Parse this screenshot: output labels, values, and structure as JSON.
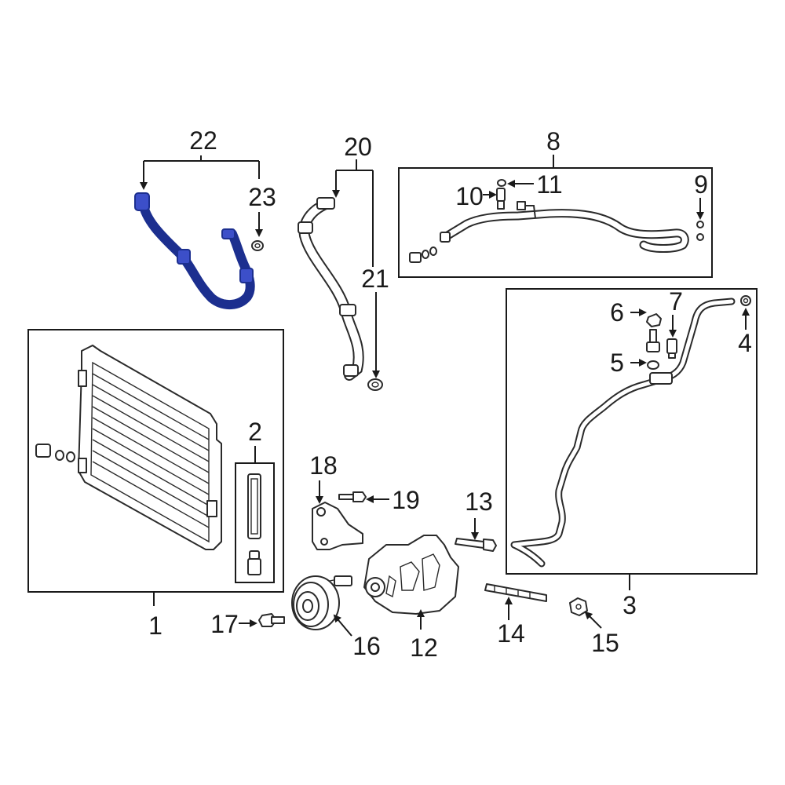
{
  "callouts": {
    "c1": "1",
    "c2": "2",
    "c3": "3",
    "c4": "4",
    "c5": "5",
    "c6": "6",
    "c7": "7",
    "c8": "8",
    "c9": "9",
    "c10": "10",
    "c11": "11",
    "c12": "12",
    "c13": "13",
    "c14": "14",
    "c15": "15",
    "c16": "16",
    "c17": "17",
    "c18": "18",
    "c19": "19",
    "c20": "20",
    "c21": "21",
    "c22": "22",
    "c23": "23"
  },
  "colors": {
    "highlight_hose": "#3c4fc9",
    "highlight_outline": "#1c2f8f",
    "line": "#1a1a1a"
  },
  "highlighted_part": "22"
}
